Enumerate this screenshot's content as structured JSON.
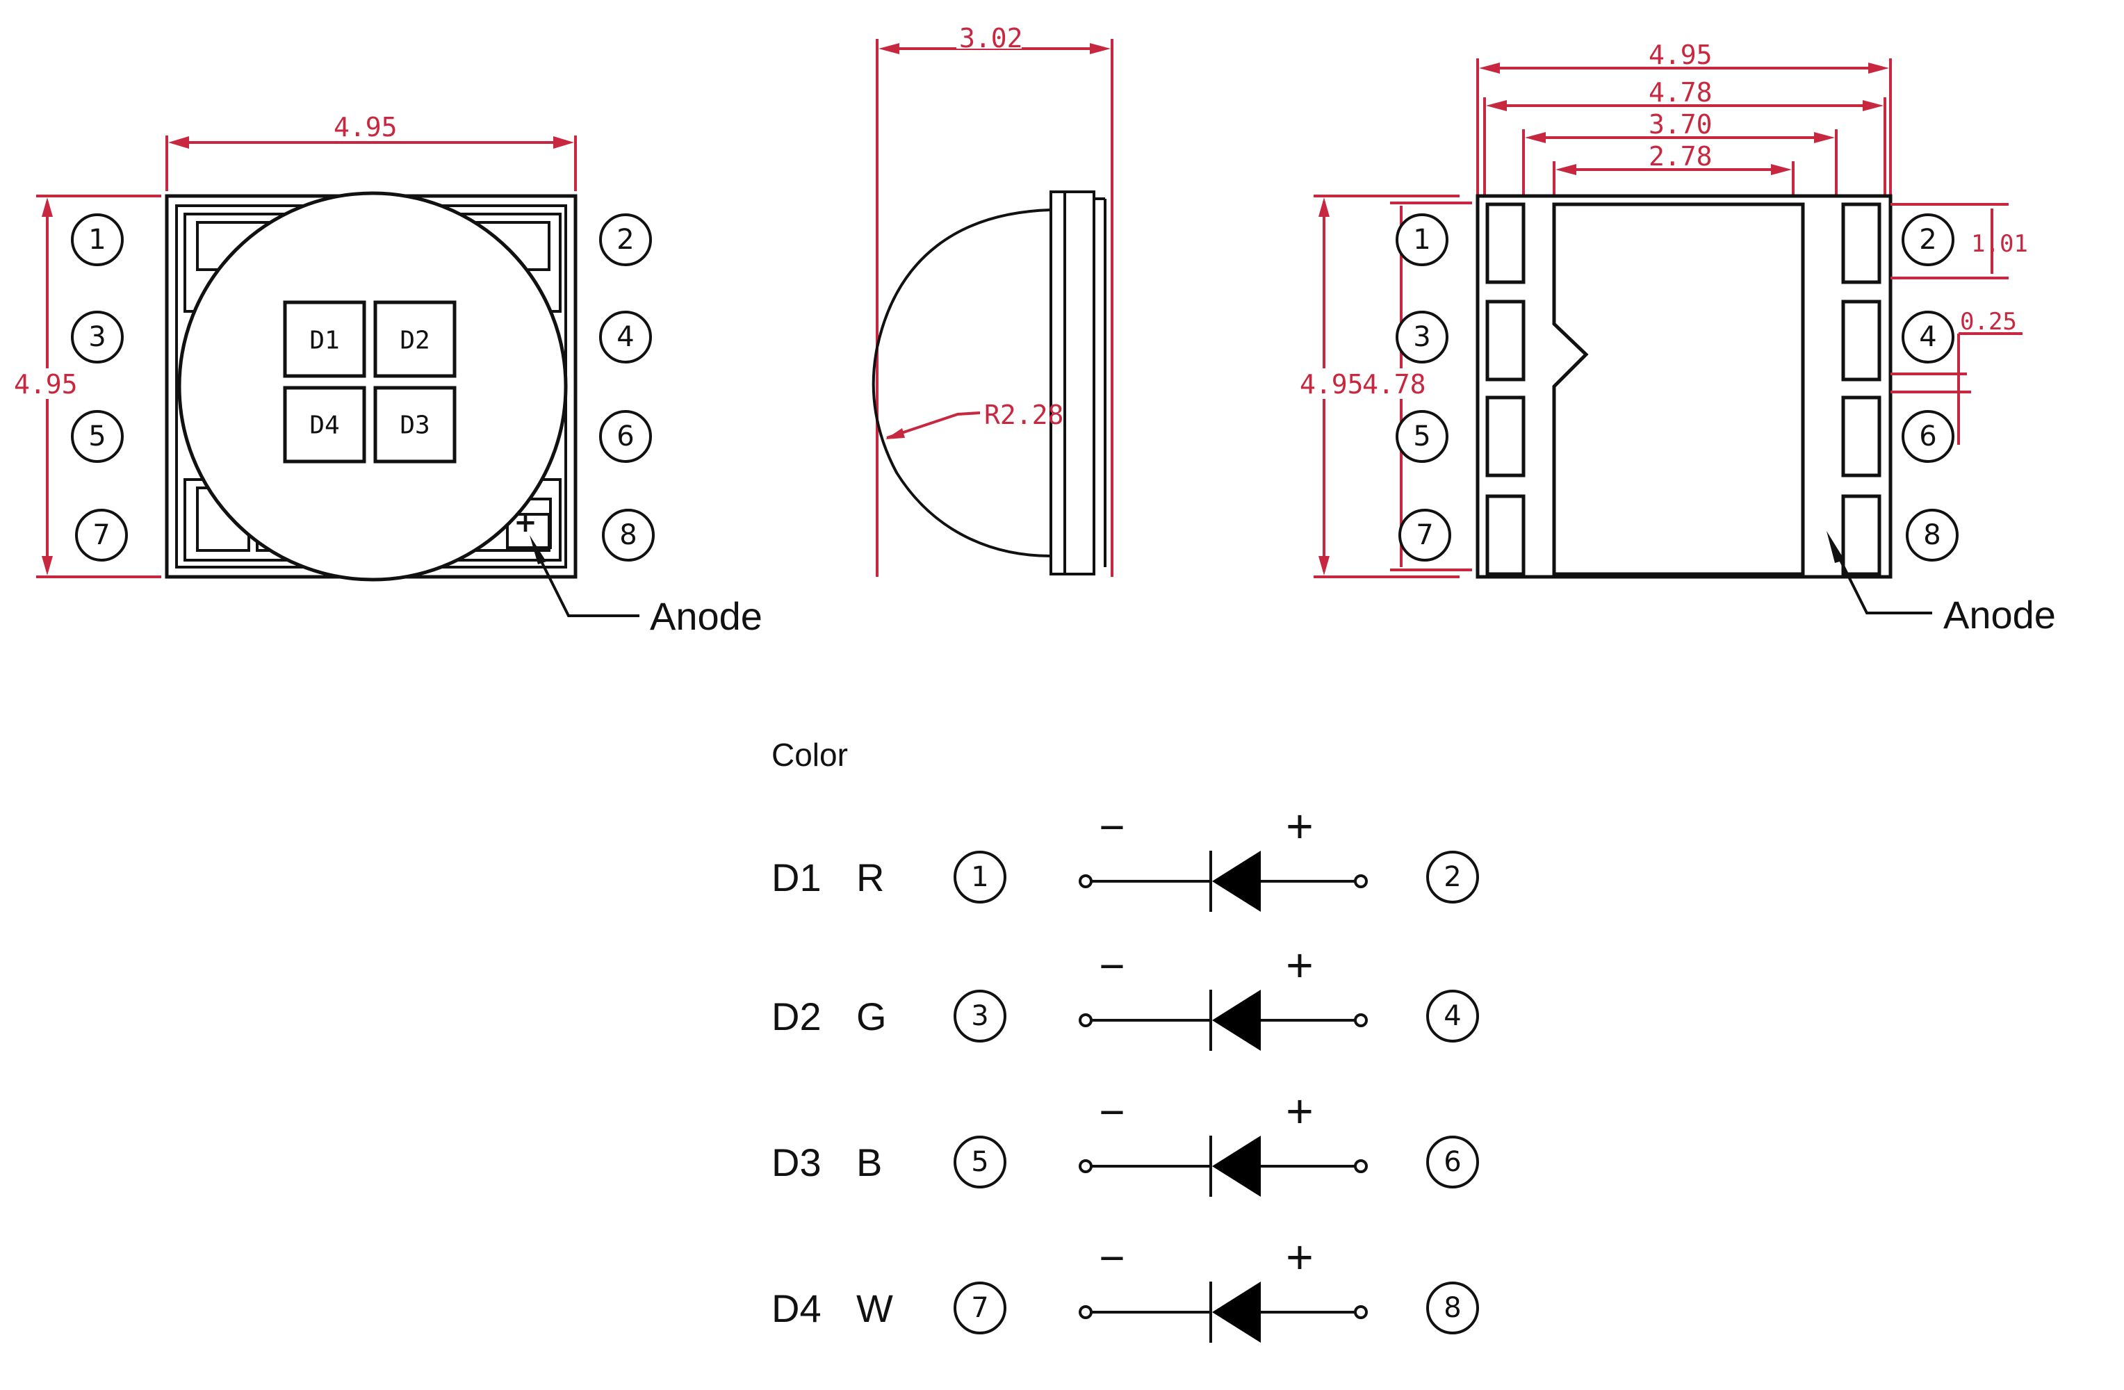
{
  "colors": {
    "outline": "#111111",
    "dimension": "#c8283f",
    "background": "#ffffff"
  },
  "top_view": {
    "width_dim": "4.95",
    "height_dim": "4.95",
    "dies": [
      {
        "id": "D1"
      },
      {
        "id": "D2"
      },
      {
        "id": "D4"
      },
      {
        "id": "D3"
      }
    ],
    "pins_left": [
      "1",
      "3",
      "5",
      "7"
    ],
    "pins_right": [
      "2",
      "4",
      "6",
      "8"
    ],
    "anode_label": "Anode",
    "anode_mark": "+"
  },
  "side_view": {
    "height_dim": "3.02",
    "radius_dim": "R2.28"
  },
  "bottom_view": {
    "width_dims": [
      "4.95",
      "4.78",
      "3.70",
      "2.78"
    ],
    "height_dims": [
      "4.95",
      "4.78"
    ],
    "pad_height_dim": "1.01",
    "pad_gap_dim": "0.25",
    "pins_left": [
      "1",
      "3",
      "5",
      "7"
    ],
    "pins_right": [
      "2",
      "4",
      "6",
      "8"
    ],
    "anode_label": "Anode"
  },
  "schematic": {
    "header": "Color",
    "minus_sign": "−",
    "plus_sign": "+",
    "rows": [
      {
        "die": "D1",
        "color": "R",
        "cathode_pin": "1",
        "anode_pin": "2"
      },
      {
        "die": "D2",
        "color": "G",
        "cathode_pin": "3",
        "anode_pin": "4"
      },
      {
        "die": "D3",
        "color": "B",
        "cathode_pin": "5",
        "anode_pin": "6"
      },
      {
        "die": "D4",
        "color": "W",
        "cathode_pin": "7",
        "anode_pin": "8"
      }
    ]
  }
}
